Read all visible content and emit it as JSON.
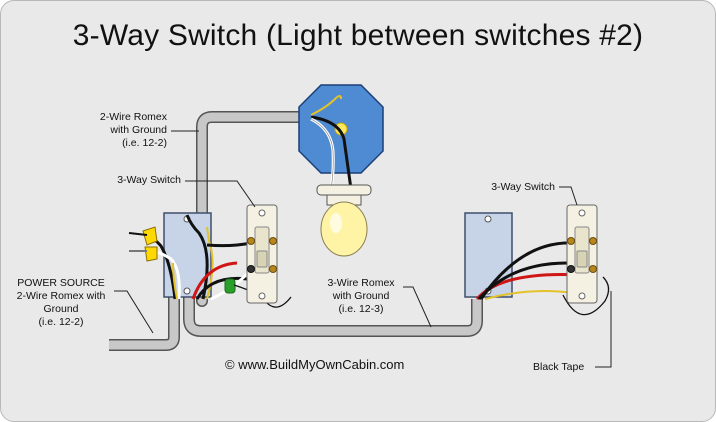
{
  "title": "3-Way Switch (Light between switches #2)",
  "labels": {
    "romex_2wire": [
      "2-Wire Romex",
      "with Ground",
      "(i.e. 12-2)"
    ],
    "switch_left": "3-Way Switch",
    "switch_right": "3-Way Switch",
    "power_source": [
      "POWER SOURCE",
      "2-Wire Romex with",
      "Ground",
      "(i.e. 12-2)"
    ],
    "romex_3wire": [
      "3-Wire Romex",
      "with Ground",
      "(i.e. 12-3)"
    ],
    "black_tape": "Black Tape"
  },
  "footer": "© www.BuildMyOwnCabin.com",
  "colors": {
    "background": "#e9e9e9",
    "cable": "#c8c8c8",
    "box": "#c7d4e8",
    "fixture_plate": "#4f8bd3",
    "bulb": "#fff3a6",
    "hot_wire": "#111111",
    "neutral_wire": "#ffffff",
    "traveler_red": "#d01515",
    "ground_wire": "#e3c22a",
    "wire_nut": "#ffd800",
    "green_nut": "#2aa02a"
  }
}
